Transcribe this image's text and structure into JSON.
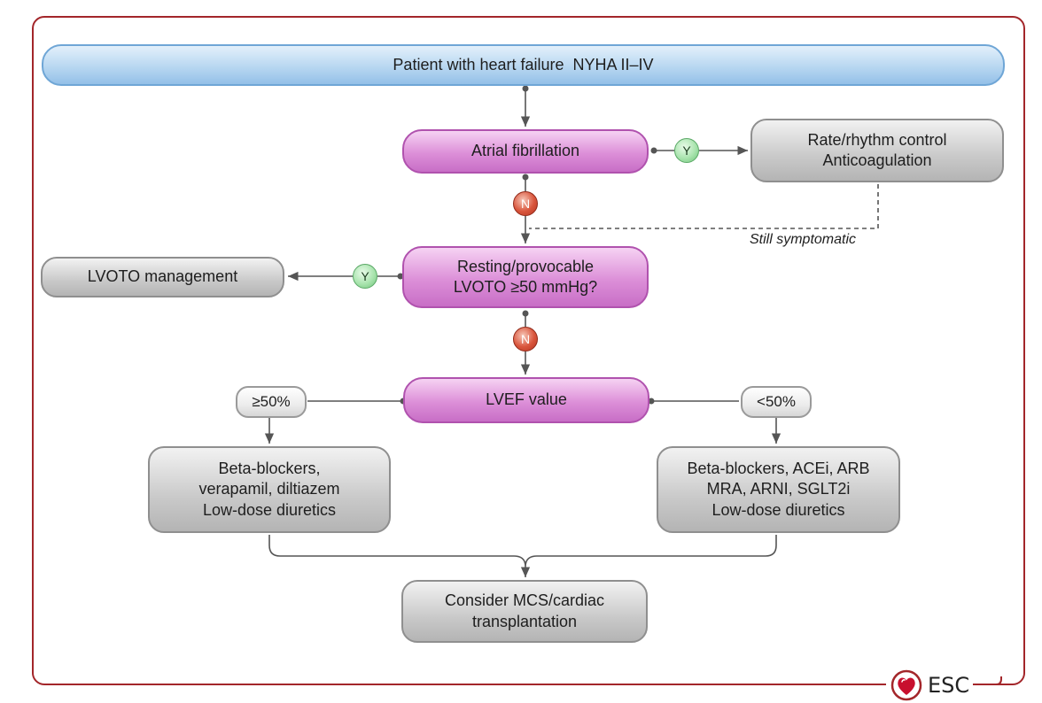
{
  "nodes": {
    "start": "Patient with heart failure  NYHA II–IV",
    "af": "Atrial fibrillation",
    "rate_control": [
      "Rate/rhythm control",
      "Anticoagulation"
    ],
    "lvoto_question": [
      "Resting/provocable",
      "LVOTO ≥50 mmHg?"
    ],
    "lvoto_management": "LVOTO management",
    "lvef": "LVEF value",
    "ef_high": "≥50%",
    "ef_low": "<50%",
    "treat_preserved": [
      "Beta-blockers,",
      "verapamil, diltiazem",
      "Low-dose diuretics"
    ],
    "treat_reduced": [
      "Beta-blockers, ACEi, ARB",
      "MRA, ARNI, SGLT2i",
      "Low-dose diuretics"
    ],
    "final": [
      "Consider MCS/cardiac",
      "transplantation"
    ]
  },
  "labels": {
    "yes": "Y",
    "no": "N",
    "still_symptomatic": "Still symptomatic"
  },
  "logo": {
    "text": "ESC"
  },
  "colors": {
    "frame": "#a3262a",
    "decision": "#dc8fd8",
    "action": "#c9c9c9",
    "start": "#b8d7f1",
    "yes": "#a9e4ae",
    "no": "#d9553c"
  }
}
